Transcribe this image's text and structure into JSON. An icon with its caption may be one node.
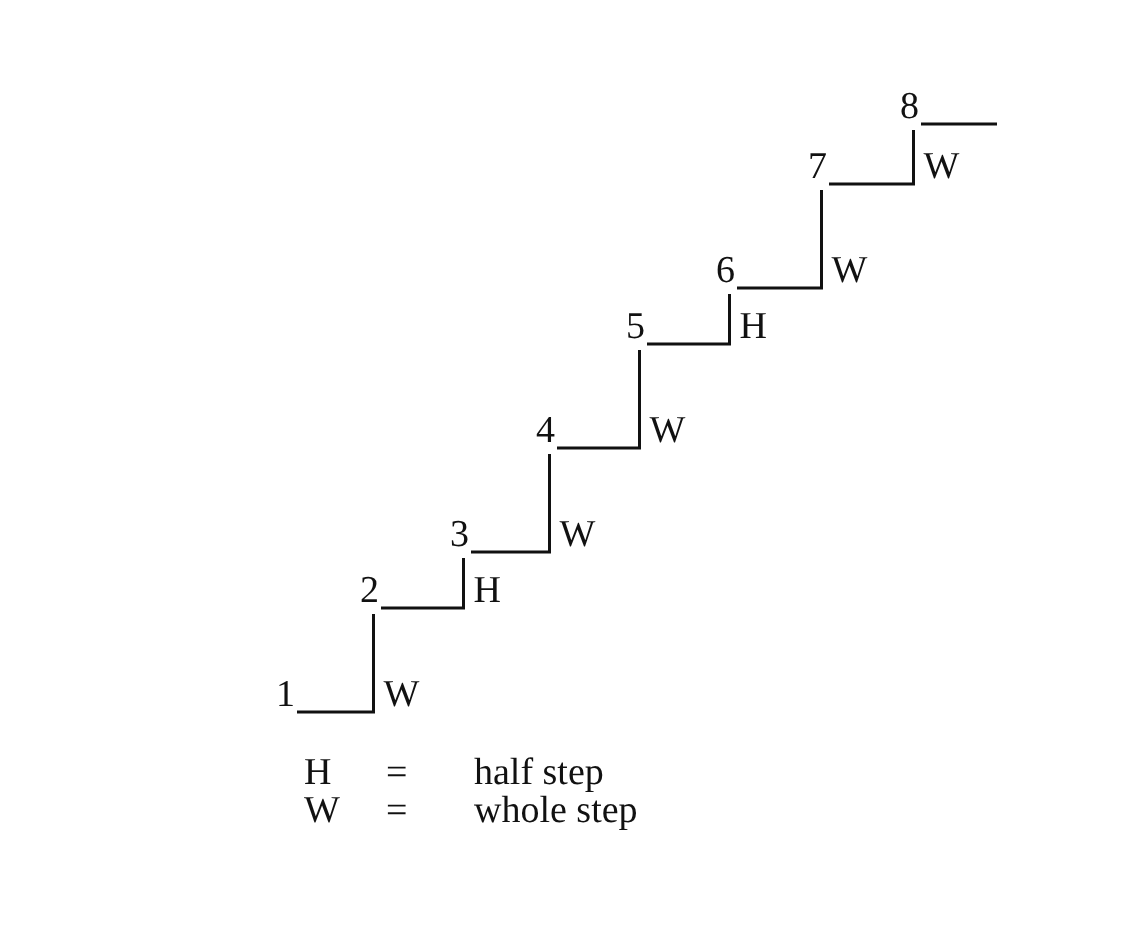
{
  "diagram": {
    "nodes": [
      {
        "text": [
          "1"
        ]
      },
      {
        "text": [
          "2"
        ]
      },
      {
        "text": [
          "3"
        ]
      },
      {
        "text": [
          "4"
        ]
      },
      {
        "text": [
          "5"
        ]
      },
      {
        "text": [
          "6"
        ]
      },
      {
        "text": [
          "7"
        ]
      },
      {
        "text": [
          "8"
        ]
      }
    ],
    "edges": [
      {
        "from": 0,
        "to": 1,
        "arrow": "none",
        "label": "W"
      },
      {
        "from": 1,
        "to": 2,
        "arrow": "none",
        "label": "H"
      },
      {
        "from": 2,
        "to": 3,
        "arrow": "none",
        "label": "W"
      },
      {
        "from": 3,
        "to": 4,
        "arrow": "none",
        "label": "W"
      },
      {
        "from": 4,
        "to": 5,
        "arrow": "none",
        "label": "H"
      },
      {
        "from": 5,
        "to": 6,
        "arrow": "none",
        "label": "W"
      },
      {
        "from": 6,
        "to": 7,
        "arrow": "none",
        "label": "W"
      }
    ],
    "labels": [
      "H",
      "=",
      "half step",
      "W",
      "=",
      "whole step"
    ]
  }
}
